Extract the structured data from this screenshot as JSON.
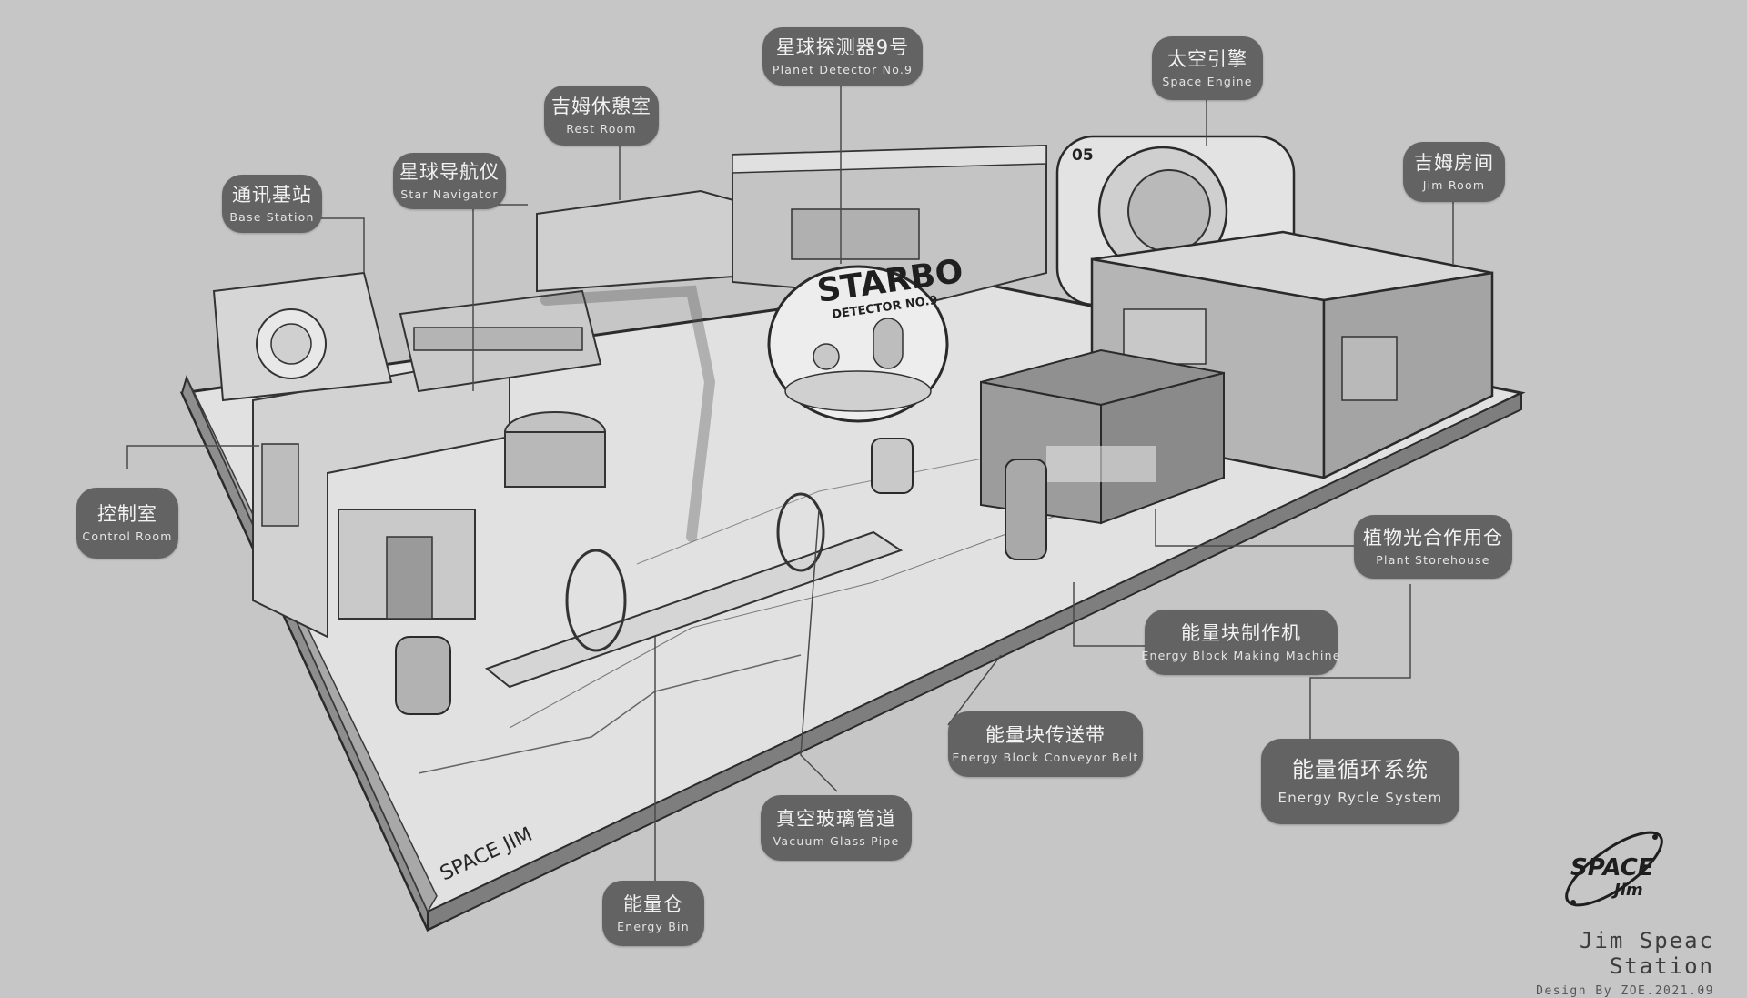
{
  "callouts": [
    {
      "id": "planet-detector",
      "zh": "星球探测器9号",
      "en": "Planet Detector No.9"
    },
    {
      "id": "space-engine",
      "zh": "太空引擎",
      "en": "Space Engine"
    },
    {
      "id": "rest-room",
      "zh": "吉姆休憩室",
      "en": "Rest Room"
    },
    {
      "id": "star-navigator",
      "zh": "星球导航仪",
      "en": "Star Navigator"
    },
    {
      "id": "base-station",
      "zh": "通讯基站",
      "en": "Base Station"
    },
    {
      "id": "jim-room",
      "zh": "吉姆房间",
      "en": "Jim Room"
    },
    {
      "id": "control-room",
      "zh": "控制室",
      "en": "Control Room"
    },
    {
      "id": "plant-storehouse",
      "zh": "植物光合作用仓",
      "en": "Plant Storehouse"
    },
    {
      "id": "energy-block-machine",
      "zh": "能量块制作机",
      "en": "Energy Block Making Machine"
    },
    {
      "id": "conveyor-belt",
      "zh": "能量块传送带",
      "en": "Energy Block Conveyor Belt"
    },
    {
      "id": "energy-cycle",
      "zh": "能量循环系统",
      "en": "Energy Rycle System"
    },
    {
      "id": "vacuum-pipe",
      "zh": "真空玻璃管道",
      "en": "Vacuum Glass Pipe"
    },
    {
      "id": "energy-bin",
      "zh": "能量仓",
      "en": "Energy Bin"
    }
  ],
  "model_labels": {
    "starbot": "STARBO",
    "detector": "DETECTOR NO.9",
    "platform": "SPACE JIM",
    "engine_number": "05"
  },
  "brand": {
    "logo_top": "SPACE",
    "logo_bottom": "Jim",
    "title": "Jim Speac Station",
    "credit": "Design By ZOE.2021.09"
  },
  "colors": {
    "background": "#c6c6c6",
    "callout": "#636363",
    "callout_text": "#f2f2f2",
    "line": "#4a4a4a"
  }
}
